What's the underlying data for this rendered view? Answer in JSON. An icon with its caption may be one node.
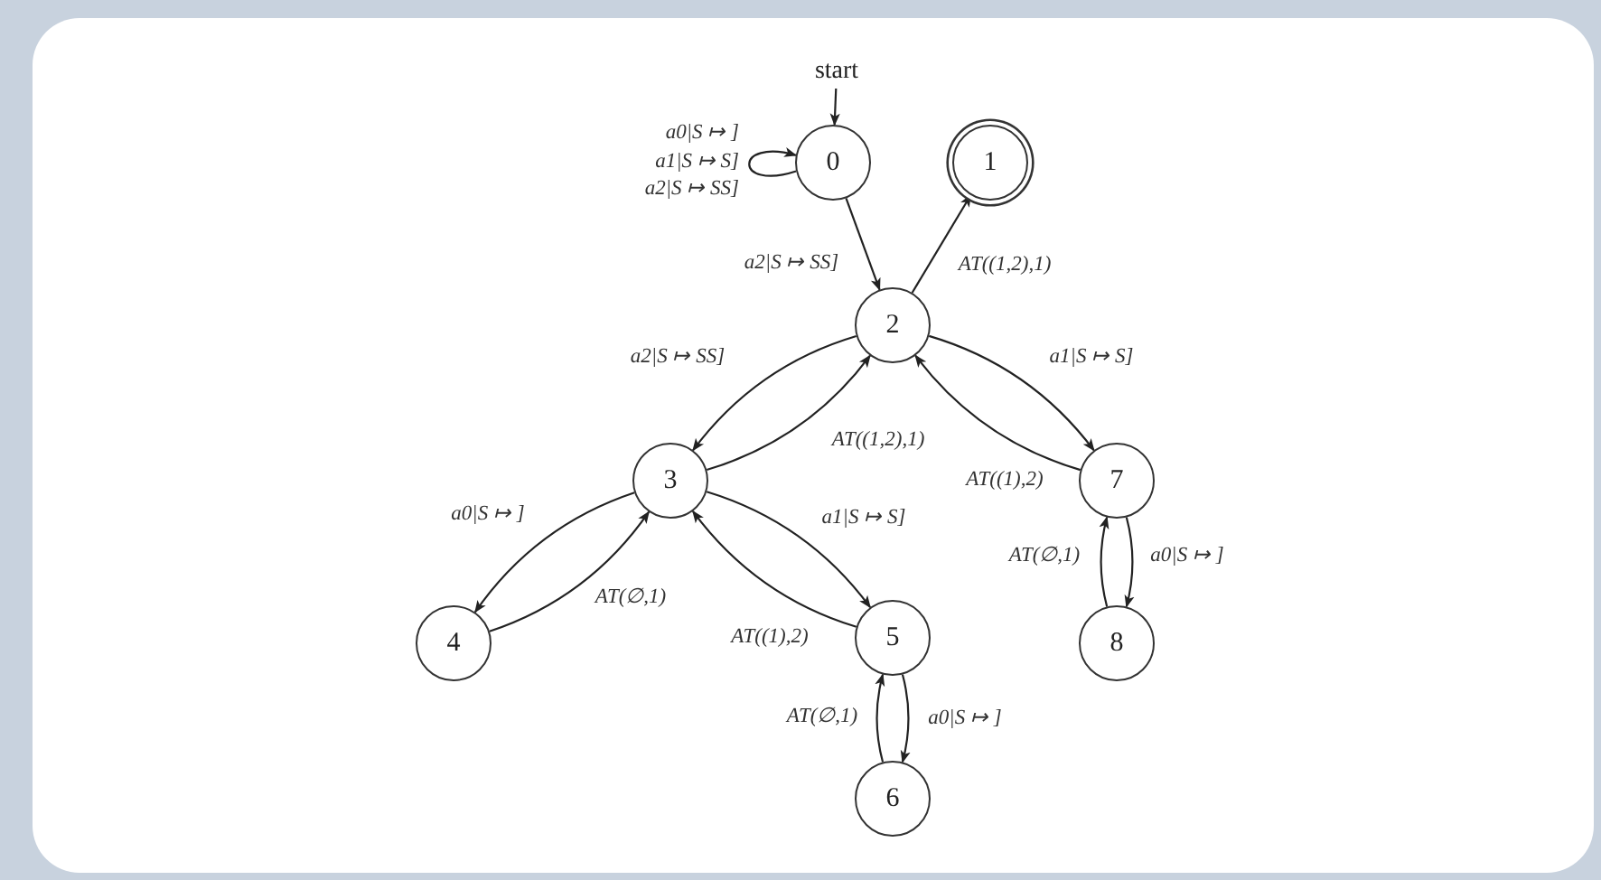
{
  "diagram": {
    "nodes": [
      {
        "text": [
          "start"
        ]
      },
      {
        "text": [
          "0"
        ]
      },
      {
        "text": [
          "1"
        ]
      },
      {
        "text": [
          "2"
        ]
      },
      {
        "text": [
          "3"
        ]
      },
      {
        "text": [
          "4"
        ]
      },
      {
        "text": [
          "5"
        ]
      },
      {
        "text": [
          "6"
        ]
      },
      {
        "text": [
          "7"
        ]
      },
      {
        "text": [
          "8"
        ]
      }
    ],
    "edges": [
      {
        "from": 0,
        "to": 1,
        "arrow": "to"
      },
      {
        "from": 1,
        "to": 1,
        "arrow": "to",
        "label": "a0|S ↦ ] a1|S ↦ S] a2|S ↦ SS]"
      },
      {
        "from": 1,
        "to": 3,
        "arrow": "to",
        "label": "a2|S ↦ SS]"
      },
      {
        "from": 3,
        "to": 2,
        "arrow": "to",
        "label": "AT((1,2),1)"
      },
      {
        "from": 3,
        "to": 4,
        "arrow": "to",
        "label": "a2|S ↦ SS]"
      },
      {
        "from": 4,
        "to": 3,
        "arrow": "to",
        "label": "AT((1,2),1)"
      },
      {
        "from": 3,
        "to": 8,
        "arrow": "to",
        "label": "a1|S ↦ S]"
      },
      {
        "from": 8,
        "to": 3,
        "arrow": "to",
        "label": "AT((1),2)"
      },
      {
        "from": 4,
        "to": 5,
        "arrow": "to",
        "label": "a0|S ↦ ]"
      },
      {
        "from": 5,
        "to": 4,
        "arrow": "to",
        "label": "AT(∅,1)"
      },
      {
        "from": 4,
        "to": 6,
        "arrow": "to",
        "label": "a1|S ↦ S]"
      },
      {
        "from": 6,
        "to": 4,
        "arrow": "to",
        "label": "AT((1),2)"
      },
      {
        "from": 6,
        "to": 7,
        "arrow": "to",
        "label": "a0|S ↦ ]"
      },
      {
        "from": 7,
        "to": 6,
        "arrow": "to",
        "label": "AT(∅,1)"
      },
      {
        "from": 8,
        "to": 9,
        "arrow": "to",
        "label": "a0|S ↦ ]"
      },
      {
        "from": 9,
        "to": 8,
        "arrow": "to",
        "label": "AT(∅,1)"
      }
    ]
  }
}
